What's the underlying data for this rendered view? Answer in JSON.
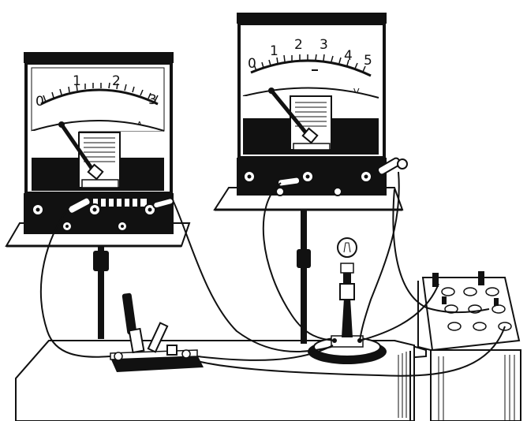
{
  "ammeter": {
    "scale_labels": [
      "0",
      "1",
      "2",
      "3"
    ],
    "unit": "A"
  },
  "voltmeter": {
    "scale_labels": [
      "0",
      "1",
      "2",
      "3",
      "4",
      "5"
    ],
    "unit": "V"
  },
  "colors": {
    "ink": "#111111",
    "paper": "#ffffff",
    "shade": "#8a8a8a"
  }
}
